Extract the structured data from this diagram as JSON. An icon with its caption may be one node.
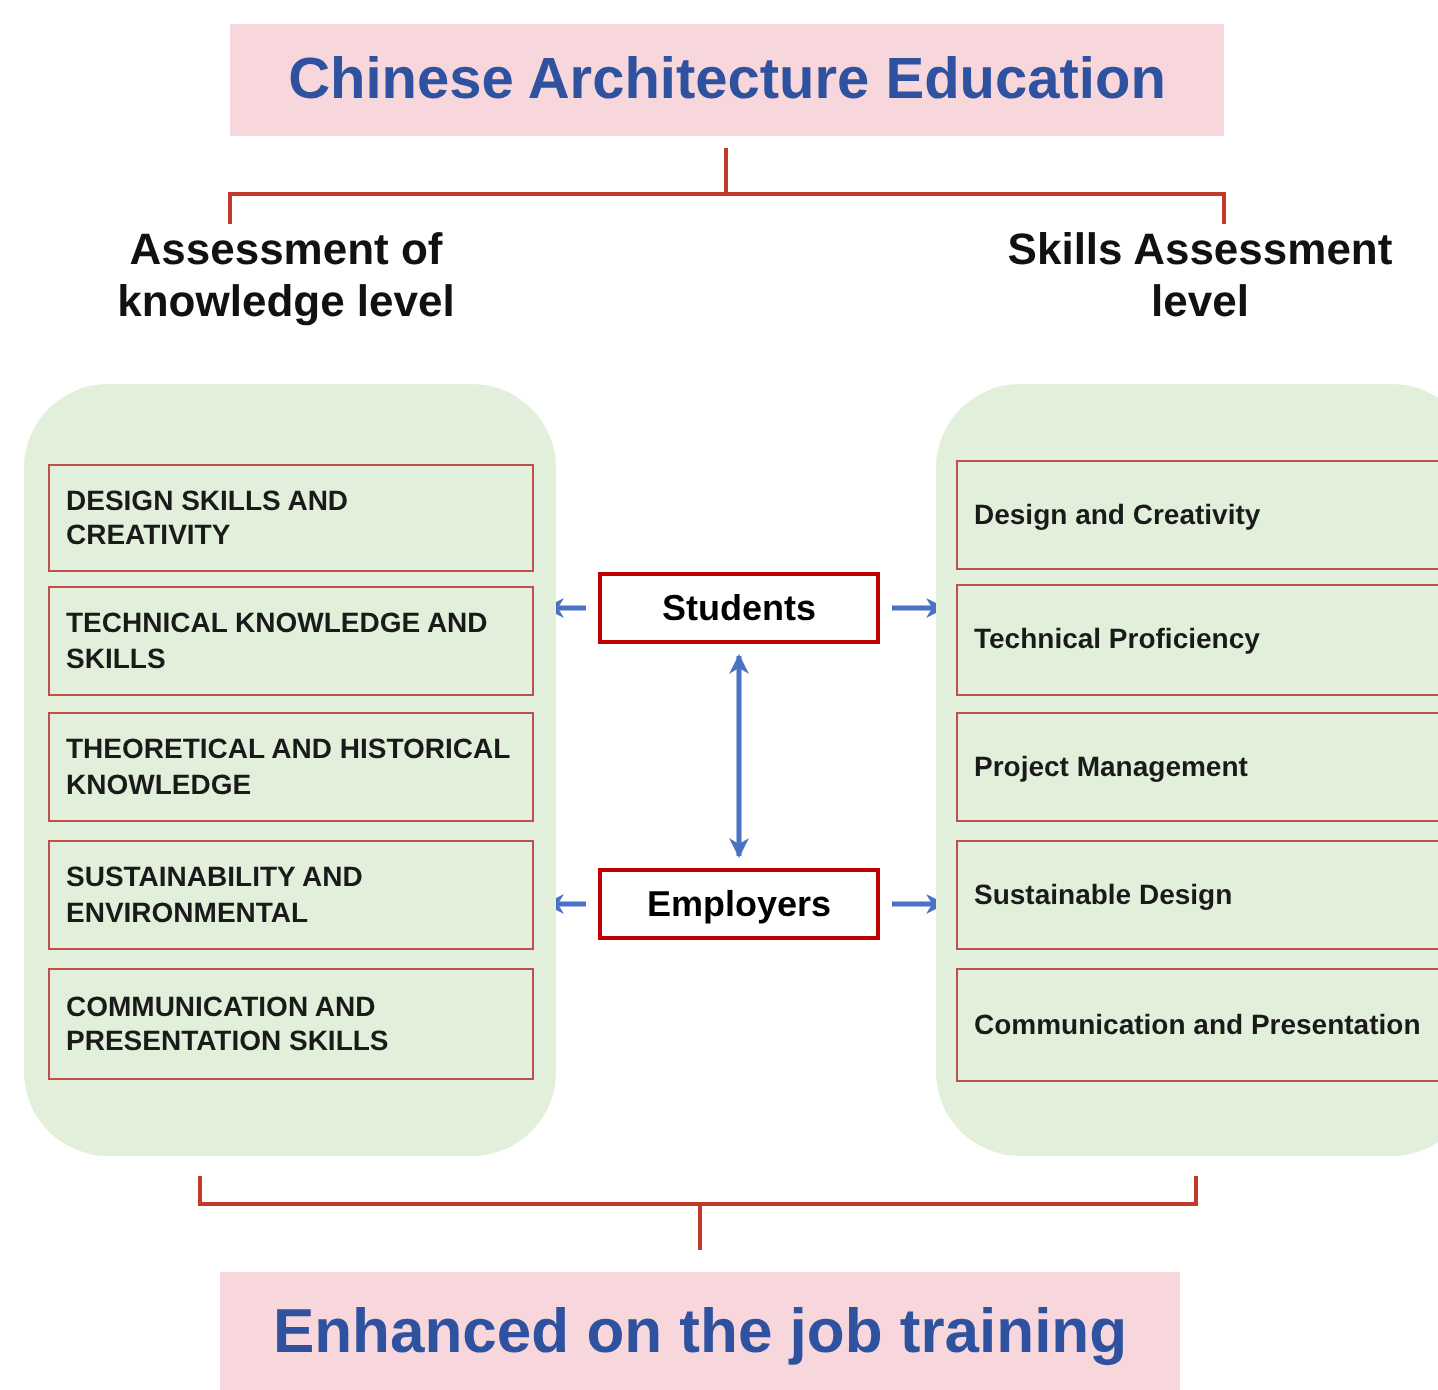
{
  "diagram": {
    "nodes": [
      {
        "text": [
          "Chinese Architecture Education"
        ]
      },
      {
        "text": [
          "Assessment of knowledge level"
        ]
      },
      {
        "text": [
          "DESIGN SKILLS AND CREATIVITY"
        ],
        "in": 1
      },
      {
        "text": [
          "TECHNICAL KNOWLEDGE AND SKILLS"
        ],
        "in": 1
      },
      {
        "text": [
          "THEORETICAL AND HISTORICAL KNOWLEDGE"
        ],
        "in": 1
      },
      {
        "text": [
          "SUSTAINABILITY AND ENVIRONMENTAL"
        ],
        "in": 1
      },
      {
        "text": [
          "COMMUNICATION AND PRESENTATION SKILLS"
        ],
        "in": 1
      },
      {
        "text": [
          "Skills Assessment level"
        ]
      },
      {
        "text": [
          "Design and Creativity"
        ],
        "in": 7
      },
      {
        "text": [
          "Technical Proficiency"
        ],
        "in": 7
      },
      {
        "text": [
          "Project Management"
        ],
        "in": 7
      },
      {
        "text": [
          "Sustainable Design"
        ],
        "in": 7
      },
      {
        "text": [
          "Communication and Presentation"
        ],
        "in": 7
      },
      {
        "text": [
          "Students"
        ]
      },
      {
        "text": [
          "Employers"
        ]
      },
      {
        "text": [
          "Enhanced on the job training"
        ]
      }
    ],
    "edges": [
      {
        "from": 13,
        "to": 3,
        "arrow": "to"
      },
      {
        "from": 13,
        "to": 9,
        "arrow": "to"
      },
      {
        "from": 14,
        "to": 5,
        "arrow": "to"
      },
      {
        "from": 14,
        "to": 11,
        "arrow": "to"
      },
      {
        "from": 13,
        "to": 14,
        "arrow": "both"
      }
    ]
  }
}
